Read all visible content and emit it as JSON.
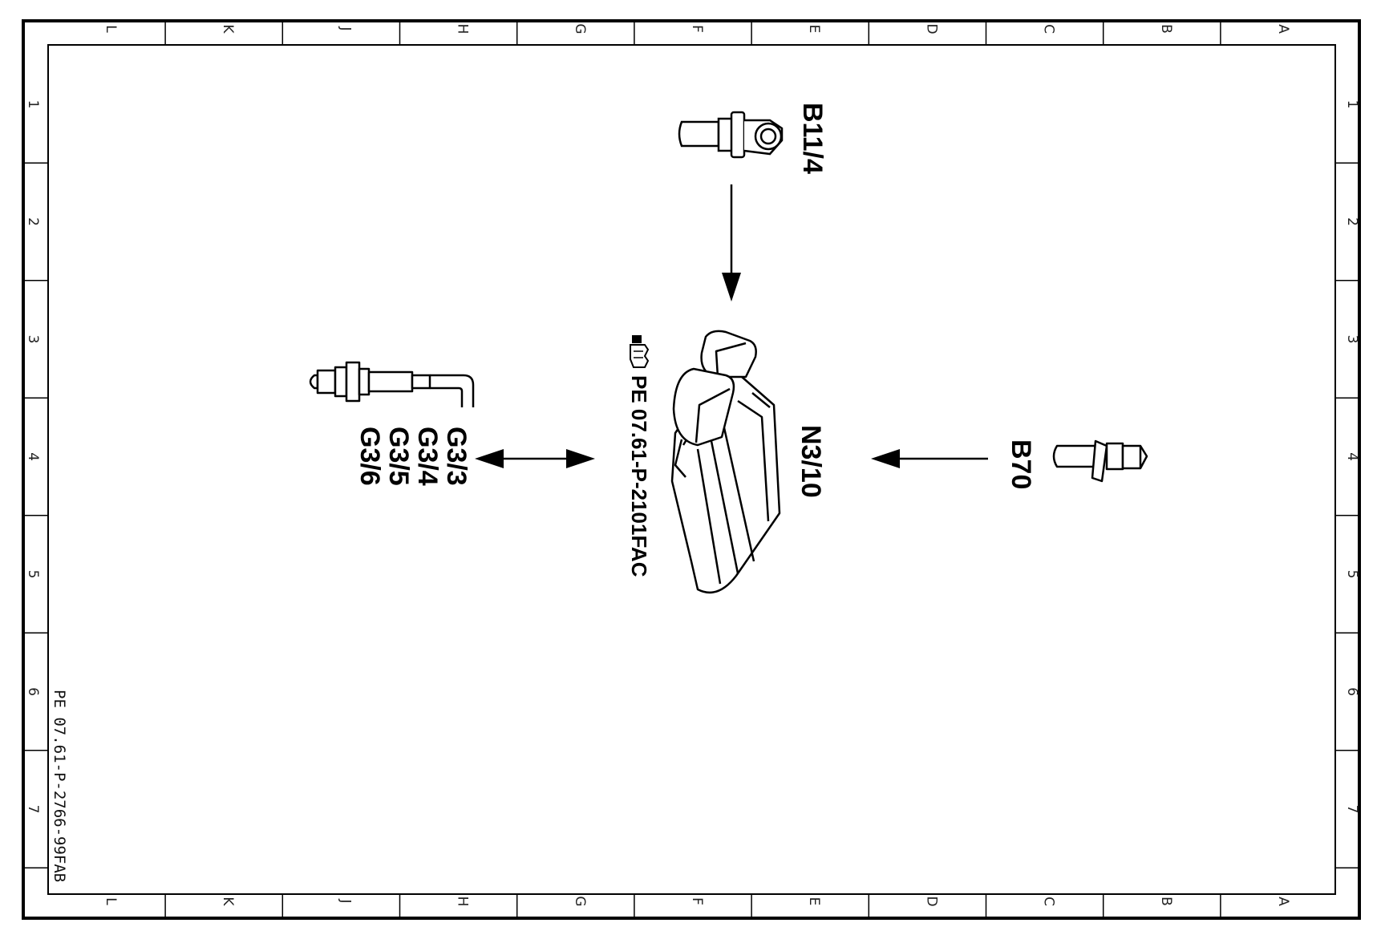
{
  "sheet": {
    "grid_letters": [
      "L",
      "K",
      "J",
      "H",
      "G",
      "F",
      "E",
      "D",
      "C",
      "B",
      "A"
    ],
    "grid_numbers": [
      "1",
      "2",
      "3",
      "4",
      "5",
      "6",
      "7"
    ],
    "document_id": "PE 07.61-P-2766-99FAB"
  },
  "components": {
    "ecu": {
      "label": "N3/10",
      "reference": "PE 07.61-P-2101FAC",
      "reference_icon": "hand-pointer-icon"
    },
    "coolant_sensor": {
      "label": "B11/4"
    },
    "camshaft_sensor": {
      "label": "B70"
    },
    "oxygen_sensors": {
      "labels": [
        "G3/3",
        "G3/4",
        "G3/5",
        "G3/6"
      ]
    }
  },
  "colors": {
    "line": "#000000",
    "paper": "#ffffff"
  }
}
